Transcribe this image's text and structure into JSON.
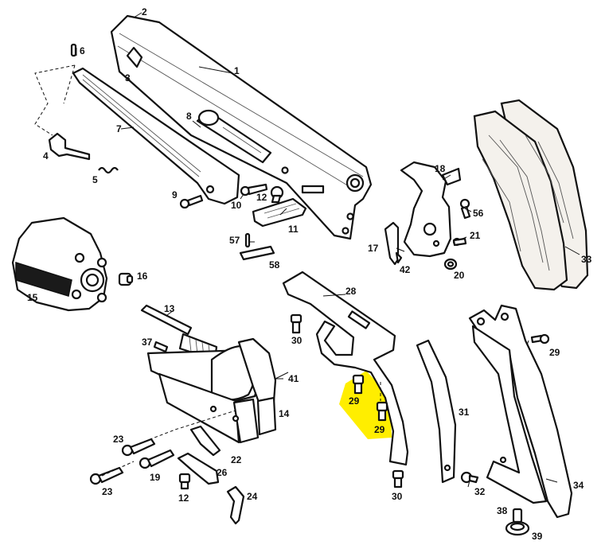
{
  "diagram": {
    "highlight_color": "#ffee00",
    "labels": [
      {
        "id": "p2",
        "text": "2"
      },
      {
        "id": "p6",
        "text": "6"
      },
      {
        "id": "p3",
        "text": "3"
      },
      {
        "id": "p1",
        "text": "1"
      },
      {
        "id": "p8",
        "text": "8"
      },
      {
        "id": "p7",
        "text": "7"
      },
      {
        "id": "p4",
        "text": "4"
      },
      {
        "id": "p5",
        "text": "5"
      },
      {
        "id": "p9",
        "text": "9"
      },
      {
        "id": "p10",
        "text": "10"
      },
      {
        "id": "p12a",
        "text": "12"
      },
      {
        "id": "p11",
        "text": "11"
      },
      {
        "id": "p18",
        "text": "18"
      },
      {
        "id": "p56",
        "text": "56"
      },
      {
        "id": "p33",
        "text": "33"
      },
      {
        "id": "p21",
        "text": "21"
      },
      {
        "id": "p17",
        "text": "17"
      },
      {
        "id": "p42",
        "text": "42"
      },
      {
        "id": "p20",
        "text": "20"
      },
      {
        "id": "p57",
        "text": "57"
      },
      {
        "id": "p58",
        "text": "58"
      },
      {
        "id": "p16",
        "text": "16"
      },
      {
        "id": "p15",
        "text": "15"
      },
      {
        "id": "p28",
        "text": "28"
      },
      {
        "id": "p13",
        "text": "13"
      },
      {
        "id": "p30a",
        "text": "30"
      },
      {
        "id": "p37",
        "text": "37"
      },
      {
        "id": "p41",
        "text": "41"
      },
      {
        "id": "p29a",
        "text": "29"
      },
      {
        "id": "p29b",
        "text": "29"
      },
      {
        "id": "p29c",
        "text": "29"
      },
      {
        "id": "p14",
        "text": "14"
      },
      {
        "id": "p31",
        "text": "31"
      },
      {
        "id": "p23a",
        "text": "23"
      },
      {
        "id": "p22",
        "text": "22"
      },
      {
        "id": "p23b",
        "text": "23"
      },
      {
        "id": "p19",
        "text": "19"
      },
      {
        "id": "p26",
        "text": "26"
      },
      {
        "id": "p12b",
        "text": "12"
      },
      {
        "id": "p24",
        "text": "24"
      },
      {
        "id": "p30b",
        "text": "30"
      },
      {
        "id": "p32",
        "text": "32"
      },
      {
        "id": "p34",
        "text": "34"
      },
      {
        "id": "p38",
        "text": "38"
      },
      {
        "id": "p39",
        "text": "39"
      }
    ]
  }
}
